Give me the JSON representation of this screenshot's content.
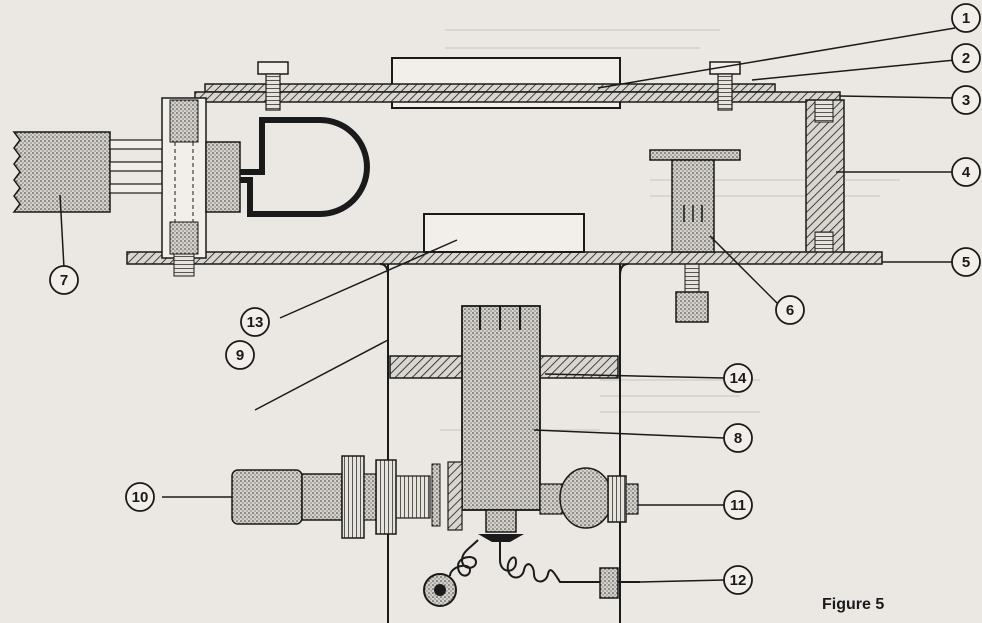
{
  "figure": {
    "caption": "Figure 5"
  },
  "callouts": [
    {
      "num": "1"
    },
    {
      "num": "2"
    },
    {
      "num": "3"
    },
    {
      "num": "4"
    },
    {
      "num": "5"
    },
    {
      "num": "6"
    },
    {
      "num": "7"
    },
    {
      "num": "8"
    },
    {
      "num": "9"
    },
    {
      "num": "10"
    },
    {
      "num": "11"
    },
    {
      "num": "12"
    },
    {
      "num": "13"
    },
    {
      "num": "14"
    }
  ],
  "colors": {
    "paper": "#ebe8e3",
    "ink": "#1a1a1a",
    "stipple": "#b9b4ac"
  }
}
